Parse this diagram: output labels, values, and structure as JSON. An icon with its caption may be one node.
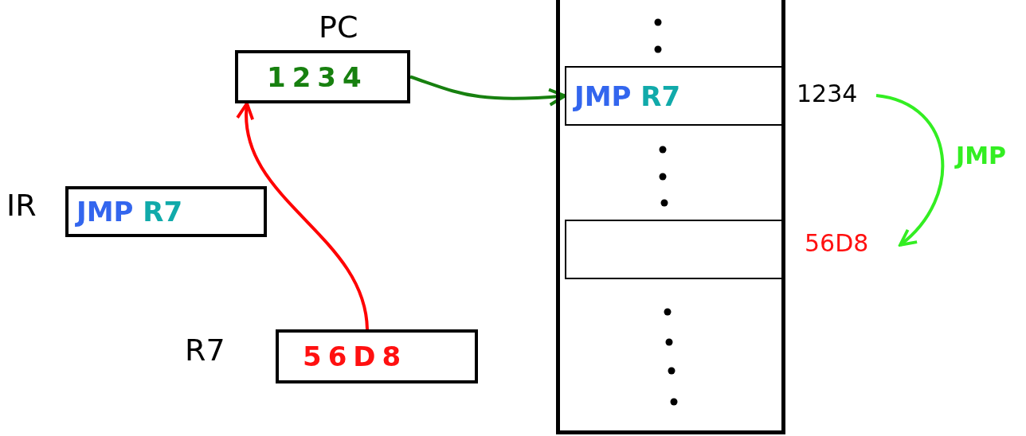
{
  "diagram": {
    "nodes": [
      {
        "text": [
          "PC",
          "1234"
        ]
      },
      {
        "text": [
          "IR",
          "JMP R7"
        ]
      },
      {
        "text": [
          "R7",
          "56D8"
        ]
      },
      {
        "text": [],
        "shape": "box"
      },
      {
        "text": [
          "JMP R7"
        ],
        "in": 3
      },
      {
        "text": [],
        "shape": "box",
        "in": 3
      },
      {
        "text": [
          "1234"
        ]
      },
      {
        "text": [
          "56D8"
        ]
      }
    ],
    "edges": [
      {
        "from": 0,
        "to": 4,
        "arrow": "to",
        "color": "#17800f"
      },
      {
        "from": 2,
        "to": 0,
        "arrow": "to",
        "color": "#ff0000"
      },
      {
        "from": 6,
        "to": 7,
        "arrow": "to",
        "label": "JMP",
        "color": "#33ee22"
      }
    ]
  }
}
